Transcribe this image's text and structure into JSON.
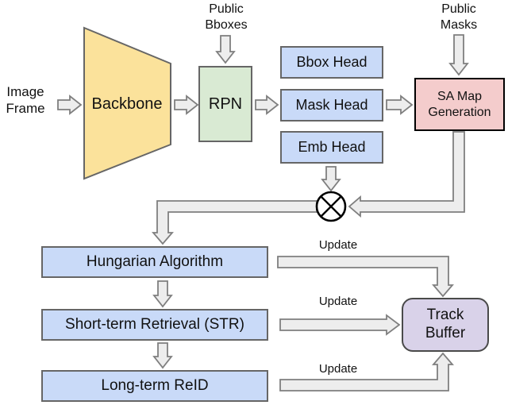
{
  "figure": {
    "type": "architecture-flow-diagram",
    "nodes": {
      "image_frame": "Image\nFrame",
      "backbone": "Backbone",
      "public_bboxes": "Public\nBboxes",
      "rpn": "RPN",
      "bbox_head": "Bbox Head",
      "mask_head": "Mask Head",
      "emb_head": "Emb Head",
      "public_masks": "Public\nMasks",
      "sa_map_generation": "SA Map\nGeneration",
      "fusion_operator_symbol": "⊗",
      "hungarian_algorithm": "Hungarian Algorithm",
      "short_term_retrieval": "Short-term Retrieval (STR)",
      "long_term_reid": "Long-term ReID",
      "track_buffer": "Track\nBuffer"
    },
    "edge_labels": {
      "update_top": "Update",
      "update_middle": "Update",
      "update_bottom": "Update"
    },
    "colors": {
      "backbone_fill": "#FBE29B",
      "rpn_fill": "#D9EAD3",
      "head_fill": "#C9DAF8",
      "sa_map_fill": "#F4CCCC",
      "track_buffer_fill": "#D9D2E9",
      "arrow_fill": "#EDEDED",
      "arrow_stroke": "#7F7F7F",
      "box_border": "#666666",
      "sa_map_border": "#000000",
      "background": "#FFFFFF",
      "text": "#111111"
    }
  }
}
